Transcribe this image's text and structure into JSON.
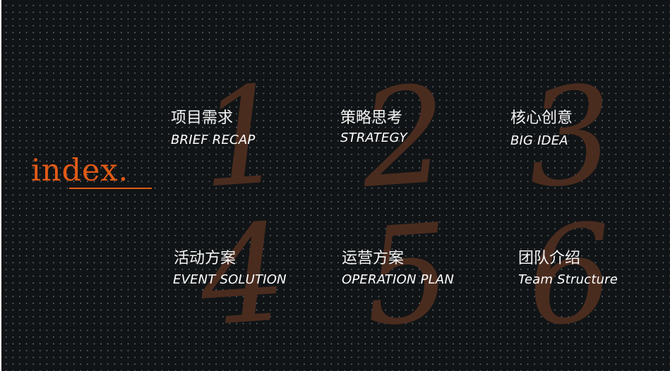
{
  "index": {
    "title": "index."
  },
  "numbers": [
    "1",
    "2",
    "3",
    "4",
    "5",
    "6"
  ],
  "items": [
    {
      "cn": "项目需求",
      "en": "BRIEF RECAP"
    },
    {
      "cn": "策略思考",
      "en": "STRATEGY"
    },
    {
      "cn": "核心创意",
      "en": "BIG IDEA"
    },
    {
      "cn": "活动方案",
      "en": "EVENT SOLUTION"
    },
    {
      "cn": "运营方案",
      "en": "OPERATION PLAN"
    },
    {
      "cn": "团队介绍",
      "en": "Team Structure"
    }
  ],
  "colors": {
    "background": "#111416",
    "accent": "#e15a16",
    "numeral": "#4a2c1f",
    "text": "#ffffff"
  }
}
